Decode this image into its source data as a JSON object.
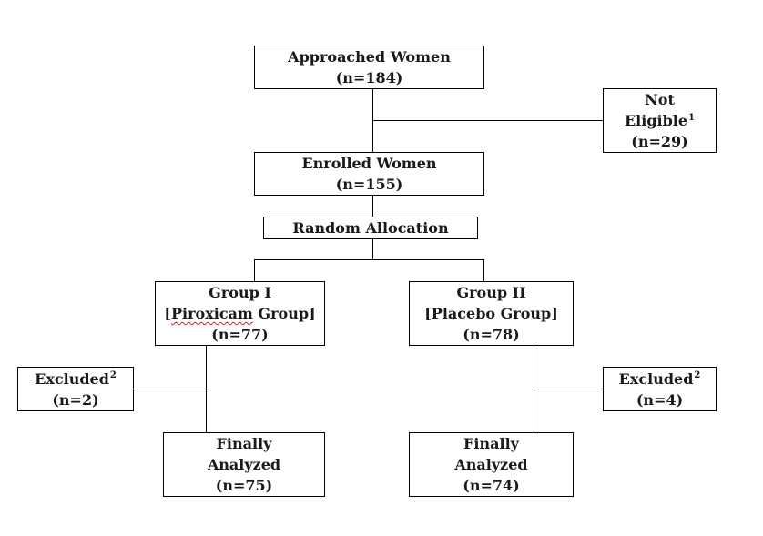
{
  "flowchart": {
    "approached": {
      "label": "Approached Women",
      "count": "(n=184)"
    },
    "not_eligible": {
      "line1": "Not",
      "line2": "Eligible",
      "note": "1",
      "count": "(n=29)"
    },
    "enrolled": {
      "label": "Enrolled Women",
      "count": "(n=155)"
    },
    "random_allocation": {
      "label": "Random Allocation"
    },
    "group1": {
      "label": "Group I",
      "bracket_open": "[",
      "name": "Piroxicam",
      "name_rest": " Group]",
      "count": "(n=77)"
    },
    "group2": {
      "label": "Group II",
      "name": "[Placebo Group]",
      "count": "(n=78)"
    },
    "excluded1": {
      "label": "Excluded",
      "note": "2",
      "count": "(n=2)"
    },
    "excluded2": {
      "label": "Excluded",
      "note": "2",
      "count": "(n=4)"
    },
    "analyzed1": {
      "line1": "Finally",
      "line2": "Analyzed",
      "count": "(n=75)"
    },
    "analyzed2": {
      "line1": "Finally",
      "line2": "Analyzed",
      "count": "(n=74)"
    }
  }
}
